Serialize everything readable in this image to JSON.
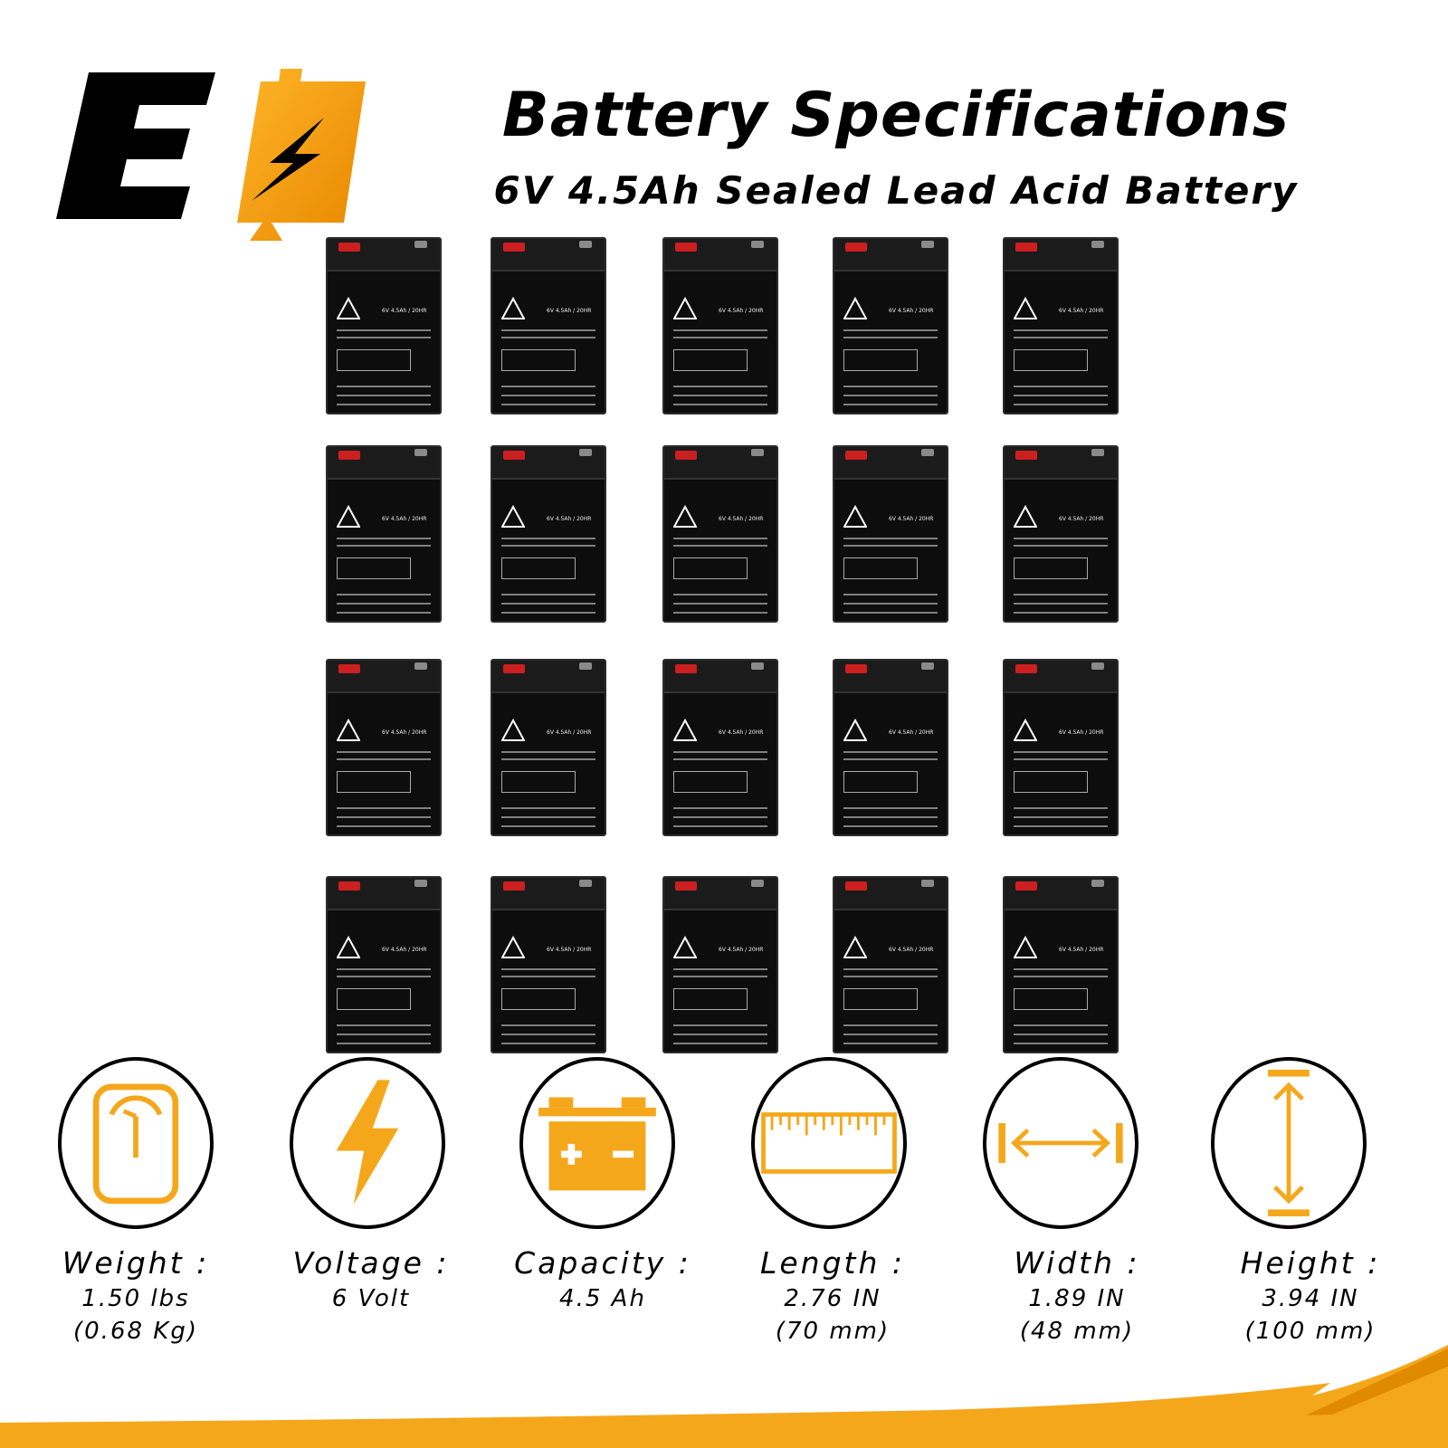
{
  "header": {
    "title": "Battery Specifications",
    "subtitle": "6V 4.5Ah Sealed Lead Acid Battery"
  },
  "logo": {
    "name": "E-lightning-logo"
  },
  "battery_grid": {
    "rows": 4,
    "columns": 5,
    "label_text": "6V 4.5Ah / 20HR"
  },
  "specs": [
    {
      "label": "Weight :",
      "value_line1": "1.50 lbs",
      "value_line2": "(0.68 Kg)",
      "icon": "scale-icon"
    },
    {
      "label": "Voltage :",
      "value_line1": "6 Volt",
      "value_line2": "",
      "icon": "lightning-bolt-icon"
    },
    {
      "label": "Capacity :",
      "value_line1": "4.5 Ah",
      "value_line2": "",
      "icon": "battery-icon"
    },
    {
      "label": "Length :",
      "value_line1": "2.76 IN",
      "value_line2": "(70 mm)",
      "icon": "ruler-icon"
    },
    {
      "label": "Width :",
      "value_line1": "1.89 IN",
      "value_line2": "(48 mm)",
      "icon": "horizontal-arrow-icon"
    },
    {
      "label": "Height :",
      "value_line1": "3.94 IN",
      "value_line2": "(100 mm)",
      "icon": "vertical-arrow-icon"
    }
  ],
  "colors": {
    "accent": "#F5A71B",
    "accent_dark": "#E08A00",
    "text": "#000000",
    "battery_body": "#0D0D0D"
  }
}
